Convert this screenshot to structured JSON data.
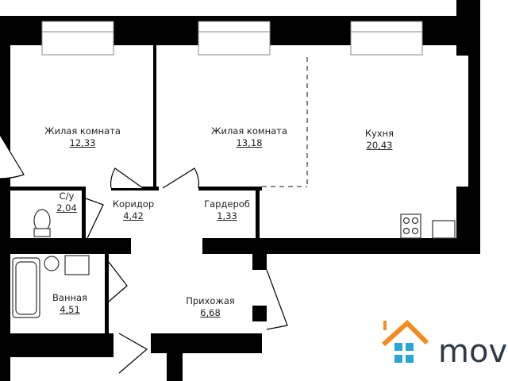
{
  "rooms": [
    {
      "name": "Жилая комната",
      "area": "12,33"
    },
    {
      "name": "Жилая комната",
      "area": "13,18"
    },
    {
      "name": "Кухня",
      "area": "20,43"
    },
    {
      "name": "С/у",
      "area": "2,04"
    },
    {
      "name": "Коридор",
      "area": "4,42"
    },
    {
      "name": "Гардероб",
      "area": "1,33"
    },
    {
      "name": "Ванная",
      "area": "4,51"
    },
    {
      "name": "Прихожая",
      "area": "6,68"
    }
  ],
  "logo": {
    "text": "mov",
    "roof_color": "#f28c1e",
    "squares_color": "#2aa6d6",
    "text_color": "#2f3a46"
  }
}
